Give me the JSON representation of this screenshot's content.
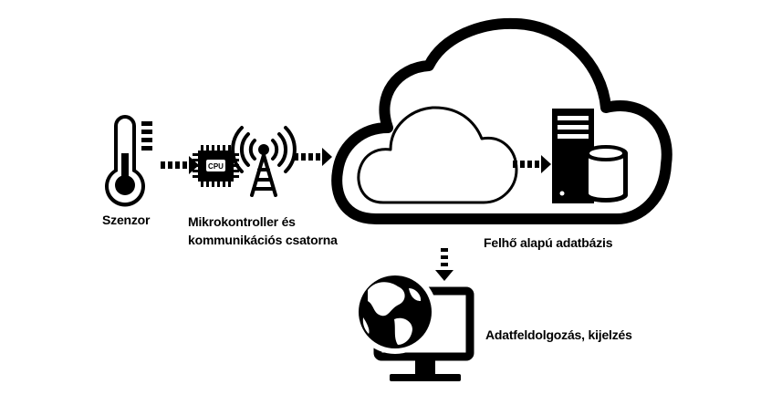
{
  "labels": {
    "sensor": "Szenzor",
    "micro_line1": "Mikrokontroller és",
    "micro_line2": "kommunikációs csatorna",
    "cloud_db": "Felhő alapú adatbázis",
    "processing": "Adatfeldolgozás, kijelzés"
  },
  "chip_text": "CPU",
  "icons": [
    "thermometer-icon",
    "cpu-chip-icon",
    "antenna-tower-icon",
    "cloud-icon",
    "server-icon",
    "database-icon",
    "globe-icon",
    "monitor-icon"
  ],
  "colors": {
    "ink": "#000000",
    "background": "#ffffff"
  }
}
